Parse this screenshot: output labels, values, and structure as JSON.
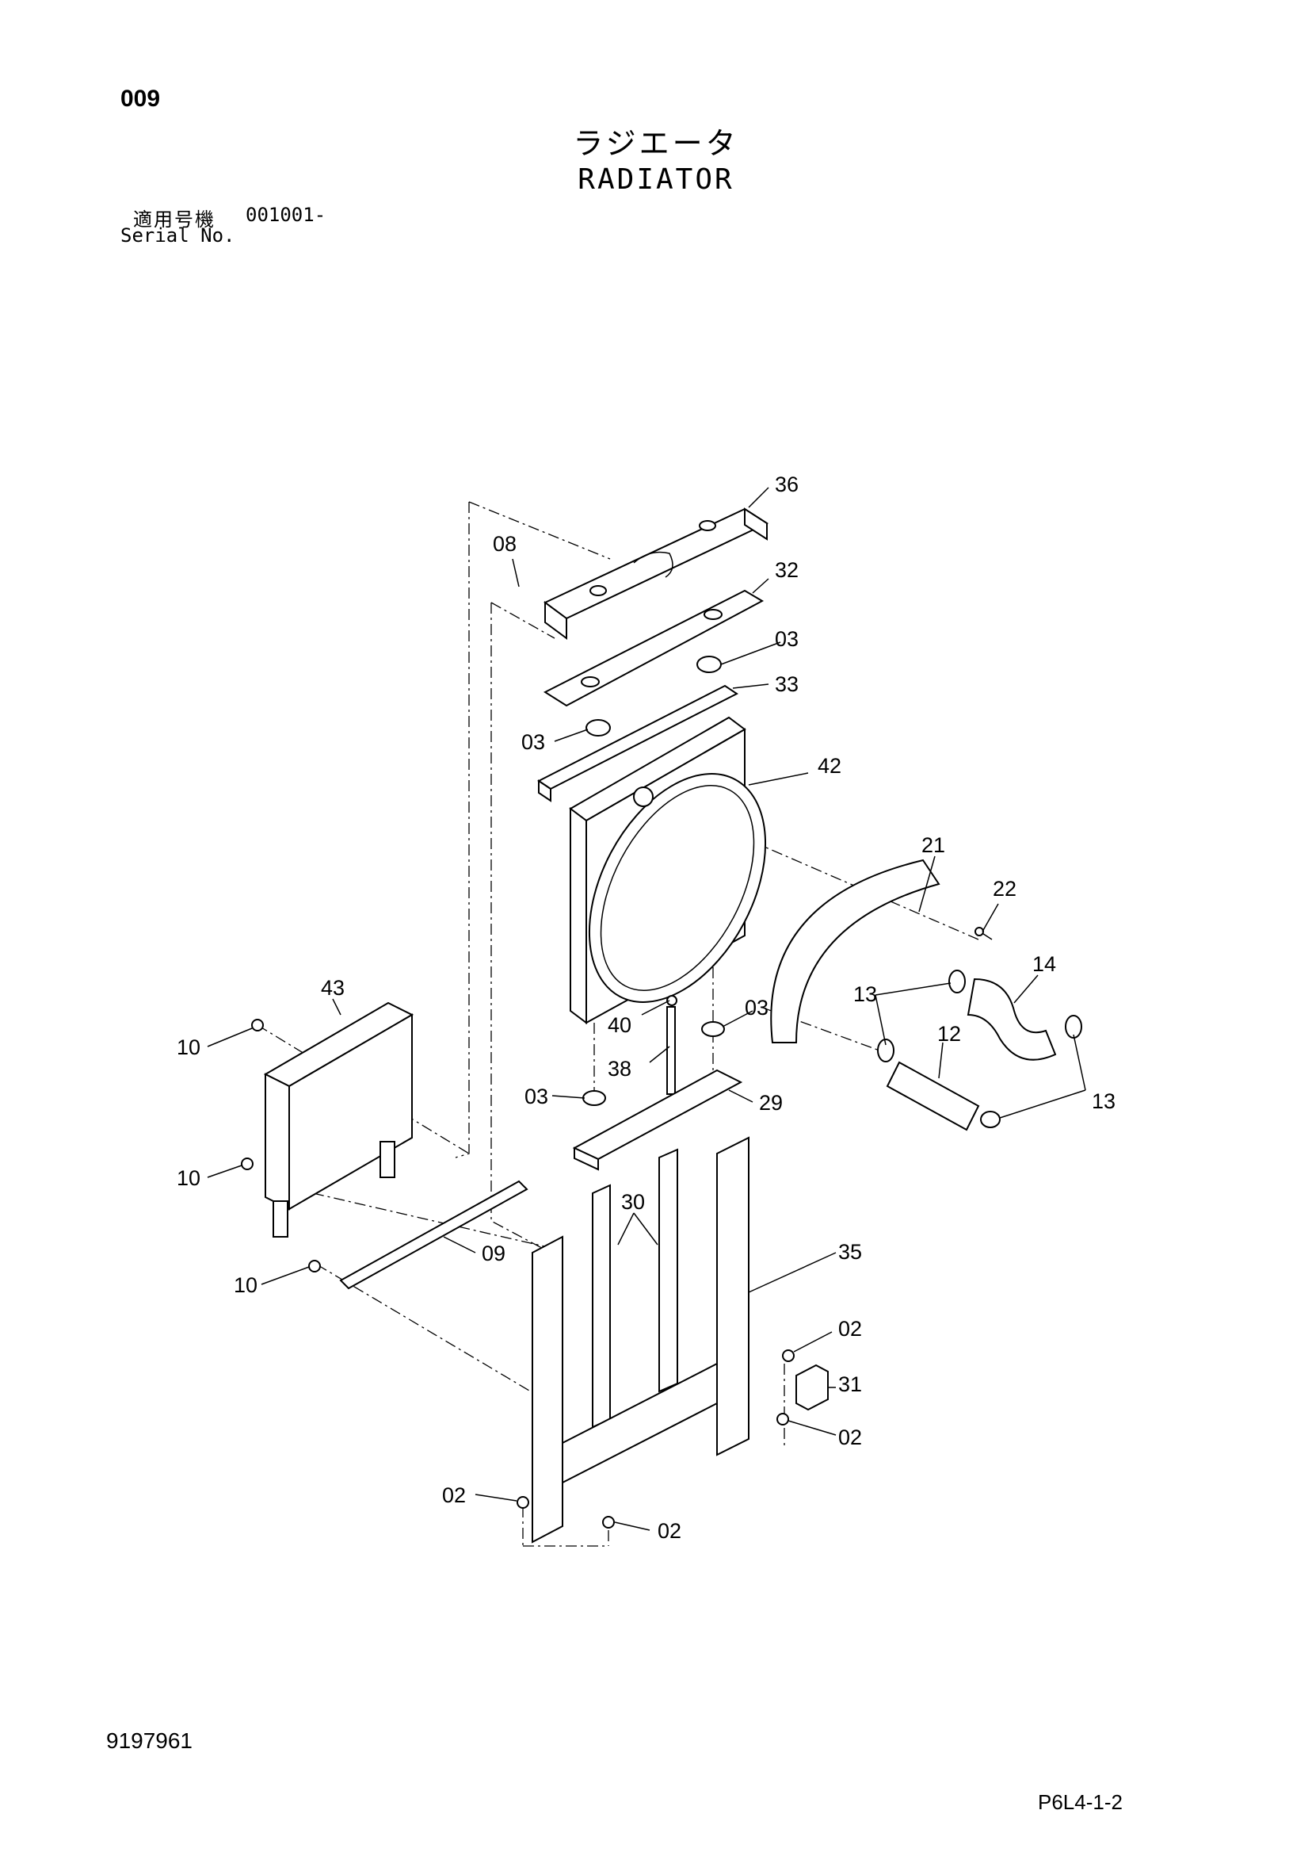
{
  "header": {
    "page_number": "009",
    "title_jp": "ラジエータ",
    "title_en": "RADIATOR",
    "serial_label_jp": "適用号機",
    "serial_value": "001001-",
    "serial_label_en": "Serial No."
  },
  "callouts": [
    {
      "id": "c36",
      "label": "36"
    },
    {
      "id": "c08",
      "label": "08"
    },
    {
      "id": "c32",
      "label": "32"
    },
    {
      "id": "c03a",
      "label": "03"
    },
    {
      "id": "c33",
      "label": "33"
    },
    {
      "id": "c03b",
      "label": "03"
    },
    {
      "id": "c42",
      "label": "42"
    },
    {
      "id": "c21",
      "label": "21"
    },
    {
      "id": "c22",
      "label": "22"
    },
    {
      "id": "c14",
      "label": "14"
    },
    {
      "id": "c13a",
      "label": "13"
    },
    {
      "id": "c12",
      "label": "12"
    },
    {
      "id": "c13b",
      "label": "13"
    },
    {
      "id": "c43",
      "label": "43"
    },
    {
      "id": "c40",
      "label": "40"
    },
    {
      "id": "c03c",
      "label": "03"
    },
    {
      "id": "c10a",
      "label": "10"
    },
    {
      "id": "c38",
      "label": "38"
    },
    {
      "id": "c03d",
      "label": "03"
    },
    {
      "id": "c29",
      "label": "29"
    },
    {
      "id": "c10b",
      "label": "10"
    },
    {
      "id": "c30",
      "label": "30"
    },
    {
      "id": "c09",
      "label": "09"
    },
    {
      "id": "c35",
      "label": "35"
    },
    {
      "id": "c10c",
      "label": "10"
    },
    {
      "id": "c02a",
      "label": "02"
    },
    {
      "id": "c31",
      "label": "31"
    },
    {
      "id": "c02b",
      "label": "02"
    },
    {
      "id": "c02c",
      "label": "02"
    },
    {
      "id": "c02d",
      "label": "02"
    }
  ],
  "footer": {
    "doc_number": "9197961",
    "page_ref": "P6L4-1-2"
  }
}
